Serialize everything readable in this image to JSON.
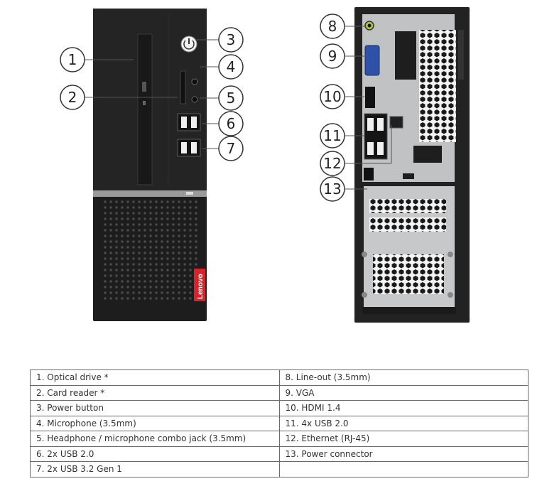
{
  "brand_label": "Lenovo",
  "callouts": [
    "1",
    "2",
    "3",
    "4",
    "5",
    "6",
    "7",
    "8",
    "9",
    "10",
    "11",
    "12",
    "13"
  ],
  "table": {
    "rows": [
      [
        "1.  Optical drive *",
        "8.  Line-out (3.5mm)"
      ],
      [
        "2.  Card reader *",
        "9.  VGA"
      ],
      [
        "3.  Power button",
        "10. HDMI 1.4"
      ],
      [
        "4.  Microphone (3.5mm)",
        "11.  4x USB 2.0"
      ],
      [
        "5.  Headphone / microphone combo jack (3.5mm)",
        "12. Ethernet (RJ-45)"
      ],
      [
        "6.  2x USB 2.0",
        "13. Power connector"
      ],
      [
        "7.  2x USB 3.2 Gen 1",
        ""
      ]
    ]
  },
  "colors": {
    "chassis": "#1d1d1d",
    "rear_panel": "#bfc1c3",
    "brand_red": "#d8232a",
    "table_border": "#6b6b6b"
  }
}
